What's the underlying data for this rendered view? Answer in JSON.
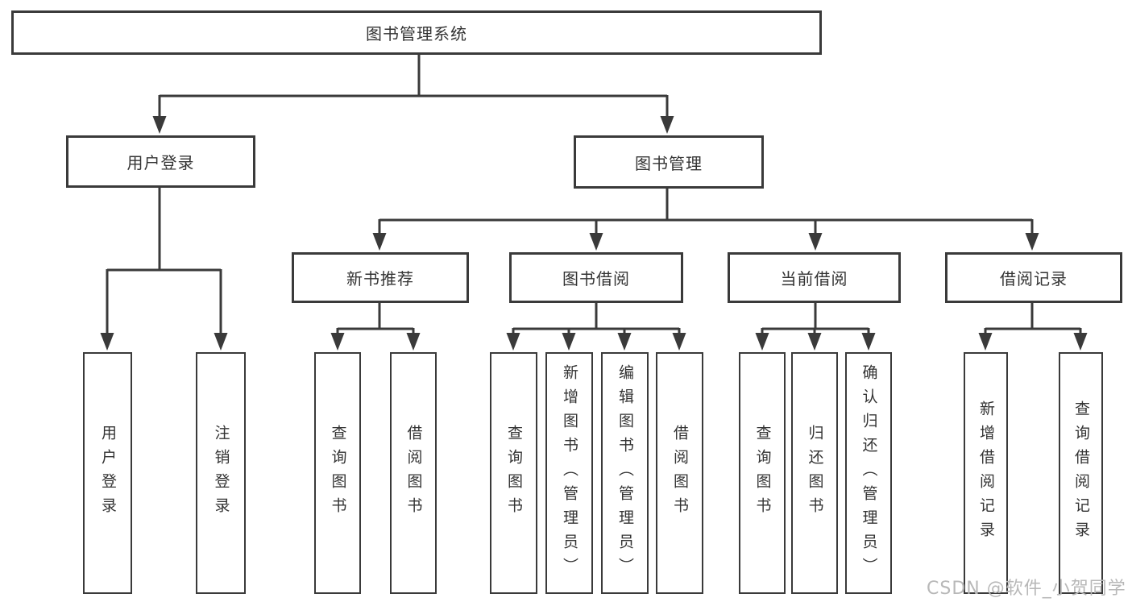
{
  "diagram": {
    "root": {
      "label": "图书管理系统"
    },
    "branches": [
      {
        "label": "用户登录",
        "children": [
          {
            "label": "用户登录"
          },
          {
            "label": "注销登录"
          }
        ]
      },
      {
        "label": "图书管理",
        "children": [
          {
            "label": "新书推荐",
            "children": [
              {
                "label": "查询图书"
              },
              {
                "label": "借阅图书"
              }
            ]
          },
          {
            "label": "图书借阅",
            "children": [
              {
                "label": "查询图书"
              },
              {
                "label": "新增图书（管理员）"
              },
              {
                "label": "编辑图书（管理员）"
              },
              {
                "label": "借阅图书"
              }
            ]
          },
          {
            "label": "当前借阅",
            "children": [
              {
                "label": "查询图书"
              },
              {
                "label": "归还图书"
              },
              {
                "label": "确认归还（管理员）"
              }
            ]
          },
          {
            "label": "借阅记录",
            "children": [
              {
                "label": "新增借阅记录"
              },
              {
                "label": "查询借阅记录"
              }
            ]
          }
        ]
      }
    ]
  },
  "watermark": {
    "text": "CSDN @软件_小贺同学"
  },
  "colors": {
    "line": "#3a3a3a",
    "border": "#3a3a3a",
    "text": "#333333",
    "watermark": "#b8b8b8",
    "background": "#ffffff"
  }
}
